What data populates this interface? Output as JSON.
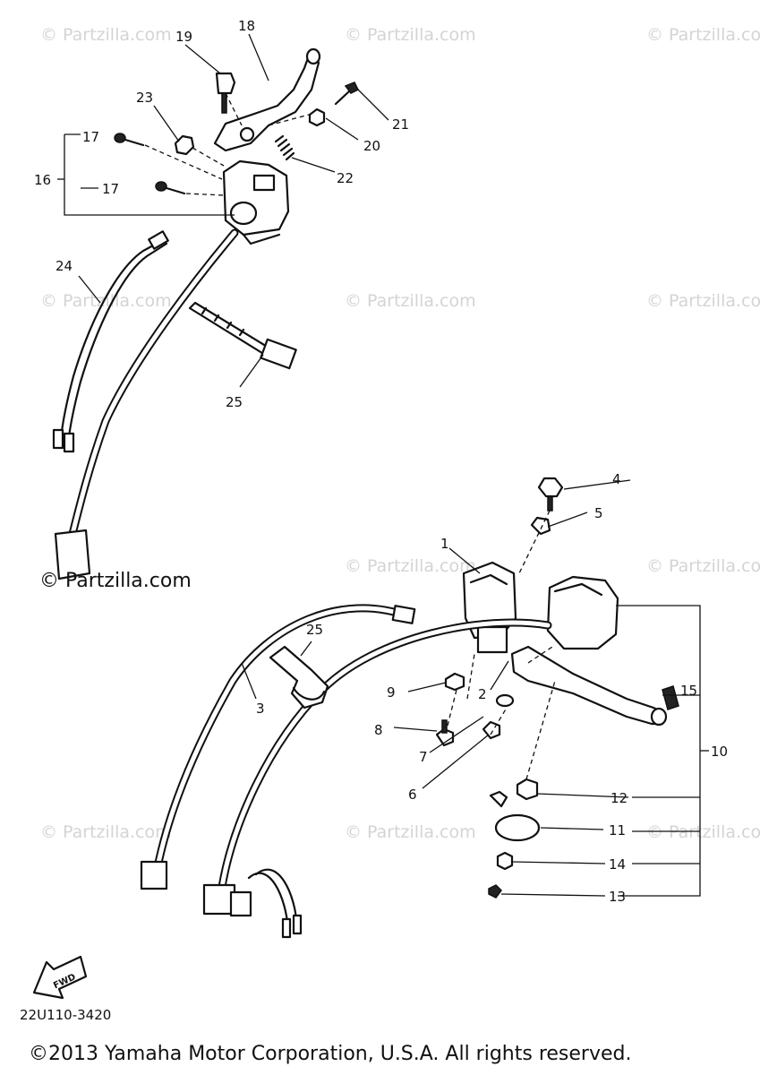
{
  "watermark": "© Partzilla.com",
  "inline_watermark": "© Partzilla.com",
  "diagram_code": "22U110-3420",
  "copyright": "©2013 Yamaha Motor Corporation, U.S.A. All rights reserved.",
  "callouts": {
    "p1": "1",
    "p2": "2",
    "p3": "3",
    "p4": "4",
    "p5": "5",
    "p6": "6",
    "p7": "7",
    "p8": "8",
    "p9": "9",
    "p10": "10",
    "p11": "11",
    "p12": "12",
    "p13": "13",
    "p14": "14",
    "p15": "15",
    "p16": "16",
    "p17a": "17",
    "p17b": "17",
    "p18": "18",
    "p19": "19",
    "p20": "20",
    "p21": "21",
    "p22": "22",
    "p23": "23",
    "p24": "24",
    "p25a": "25",
    "p25b": "25"
  },
  "fwd_label": "FWD",
  "colors": {
    "line": "#111111",
    "watermark": "#d4d4d4",
    "background": "#ffffff"
  }
}
